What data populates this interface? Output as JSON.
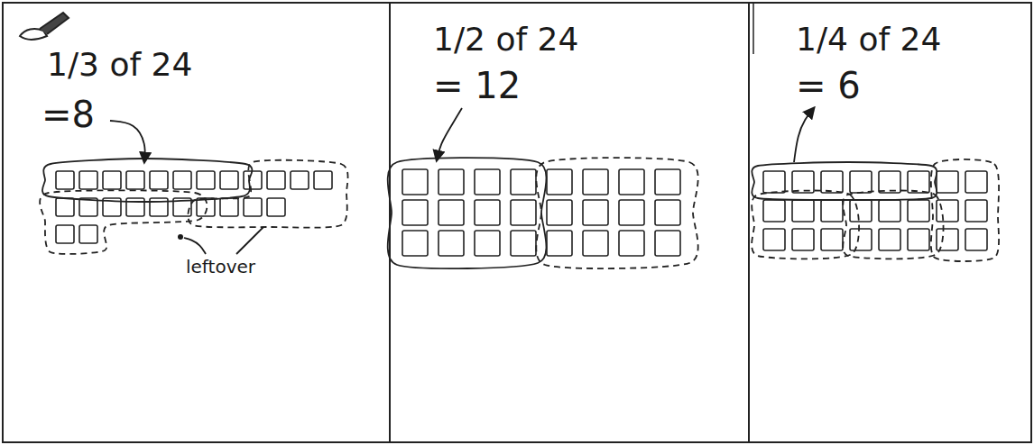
{
  "diagram": {
    "nodes": [
      {
        "text": [
          "1/3 of 24",
          "=8"
        ]
      },
      {
        "text": [
          "1/2 of 24",
          "= 12"
        ]
      },
      {
        "text": [
          "1/4 of 24",
          "= 6"
        ]
      }
    ],
    "labels": [
      "leftover"
    ]
  }
}
